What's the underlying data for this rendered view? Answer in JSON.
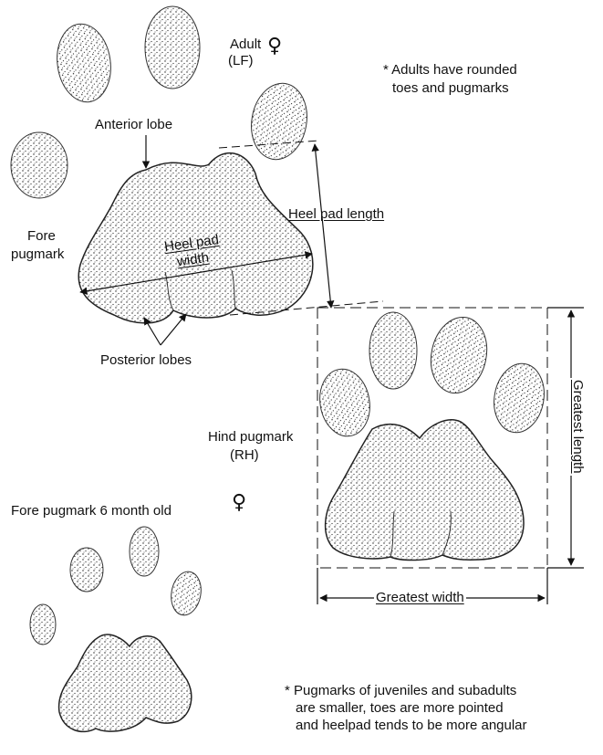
{
  "labels": {
    "adult": "Adult",
    "adult_lf": "(LF)",
    "female_symbol": "♀",
    "note_adult_line1": "* Adults have rounded",
    "note_adult_line2": "toes and pugmarks",
    "anterior_lobe": "Anterior lobe",
    "fore_pugmark_line1": "Fore",
    "fore_pugmark_line2": "pugmark",
    "heel_pad_length": "Heel pad length",
    "heel_pad_width_line1": "Heel pad",
    "heel_pad_width_line2": "width",
    "posterior_lobes": "Posterior lobes",
    "hind_pugmark_line1": "Hind pugmark",
    "hind_pugmark_line2": "(RH)",
    "greatest_length": "Greatest length",
    "greatest_width": "Greatest width",
    "juvenile_fore": "Fore pugmark 6 month old",
    "note_juvenile_line1": "* Pugmarks of juveniles and subadults",
    "note_juvenile_line2": "are smaller, toes are more pointed",
    "note_juvenile_line3": "and heelpad tends to be more angular"
  },
  "colors": {
    "ink": "#111111",
    "background": "#ffffff"
  }
}
